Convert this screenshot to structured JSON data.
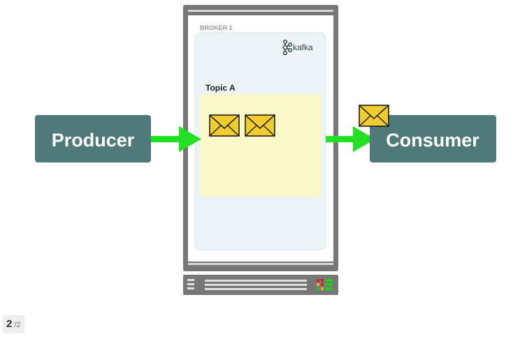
{
  "broker": {
    "label": "BROKER 1",
    "logo_text": "kafka",
    "topic_label": "Topic A"
  },
  "producer": {
    "label": "Producer"
  },
  "consumer": {
    "label": "Consumer"
  },
  "pagination": {
    "current": "2",
    "total": "/2"
  },
  "colors": {
    "node_fill": "#507a7a",
    "arrow": "#22e022",
    "topic_fill": "#f8f8c8",
    "broker_inner": "#edf4f8",
    "server_frame": "#777777",
    "envelope": "#f0cc30"
  },
  "icons": [
    "envelope-icon",
    "kafka-logo-icon",
    "arrow-right-icon",
    "server-rack-icon"
  ]
}
